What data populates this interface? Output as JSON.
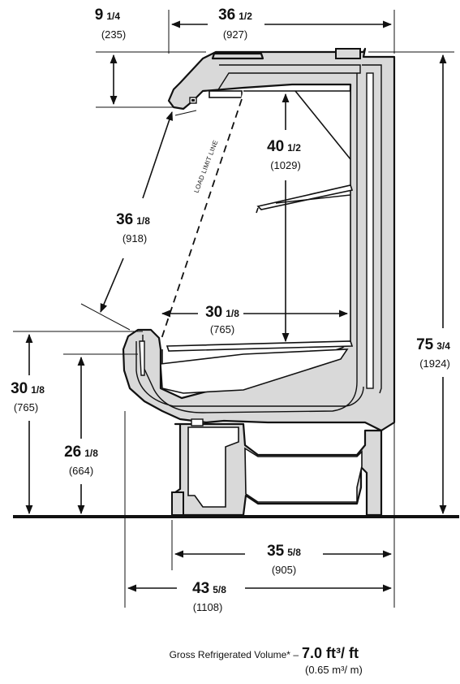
{
  "dimensions": {
    "top_overhang": {
      "whole": "9",
      "frac": "1/4",
      "metric": "(235)"
    },
    "top_width": {
      "whole": "36",
      "frac": "1/2",
      "metric": "(927)"
    },
    "shelf_clear": {
      "whole": "40",
      "frac": "1/2",
      "metric": "(1029)"
    },
    "opening": {
      "whole": "36",
      "frac": "1/8",
      "metric": "(918)"
    },
    "deck_depth": {
      "whole": "30",
      "frac": "1/8",
      "metric": "(765)"
    },
    "front_height": {
      "whole": "30",
      "frac": "1/8",
      "metric": "(765)"
    },
    "deck_height": {
      "whole": "26",
      "frac": "1/8",
      "metric": "(664)"
    },
    "total_height": {
      "whole": "75",
      "frac": "3/4",
      "metric": "(1924)"
    },
    "base_depth": {
      "whole": "35",
      "frac": "5/8",
      "metric": "(905)"
    },
    "overall_depth": {
      "whole": "43",
      "frac": "5/8",
      "metric": "(1108)"
    }
  },
  "load_limit_label": "LOAD LIMIT LINE",
  "gross_volume": {
    "label": "Gross Refrigerated Volume* –",
    "value": "7.0 ft³/ ft",
    "metric": "(0.65 m³/ m)"
  }
}
